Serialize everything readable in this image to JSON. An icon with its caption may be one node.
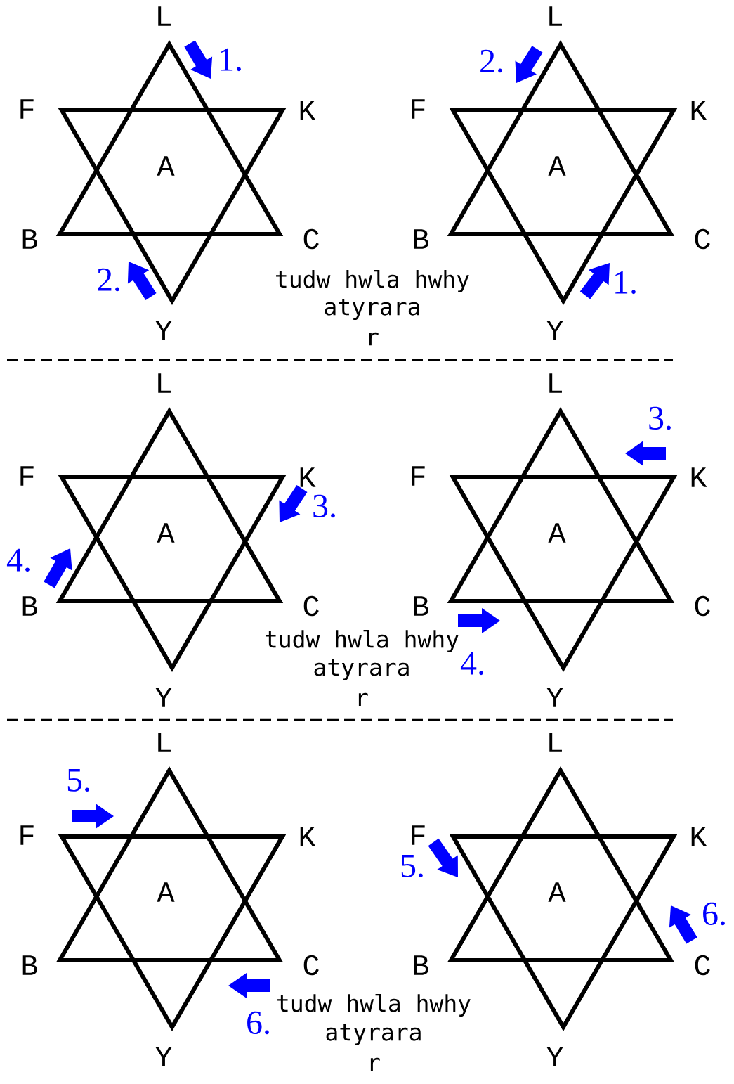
{
  "diagram": {
    "nodes": [
      {
        "text": [
          "A"
        ],
        "beside": [
          "L",
          "F",
          "K",
          "B",
          "C",
          "Y"
        ]
      },
      {
        "text": [
          "A"
        ],
        "beside": [
          "L",
          "F",
          "K",
          "B",
          "C",
          "Y"
        ]
      },
      {
        "text": [
          "A"
        ],
        "beside": [
          "L",
          "F",
          "K",
          "B",
          "C",
          "Y"
        ]
      },
      {
        "text": [
          "A"
        ],
        "beside": [
          "L",
          "F",
          "K",
          "B",
          "C",
          "Y"
        ]
      },
      {
        "text": [
          "A"
        ],
        "beside": [
          "L",
          "F",
          "K",
          "B",
          "C",
          "Y"
        ]
      },
      {
        "text": [
          "A"
        ],
        "beside": [
          "L",
          "F",
          "K",
          "B",
          "C",
          "Y"
        ]
      }
    ],
    "edges": [],
    "labels": [
      "1.",
      "2.",
      "2.",
      "1.",
      "tudw hwla hwhy",
      "atyrara",
      "r",
      "3.",
      "3.",
      "4.",
      "4.",
      "tudw hwla hwhy",
      "atyrara",
      "r",
      "5.",
      "5.",
      "6.",
      "6.",
      "tudw hwla hwhy",
      "atyrara",
      "r"
    ]
  }
}
